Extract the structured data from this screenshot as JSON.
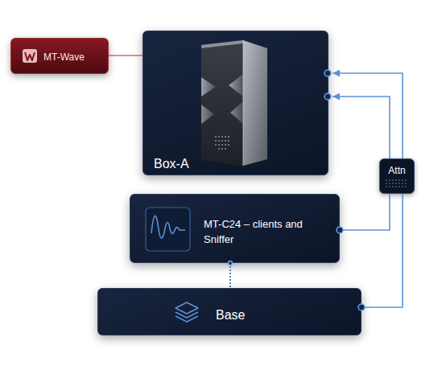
{
  "diagram": {
    "nodes": [
      {
        "text": [
          "MT-Wave"
        ]
      },
      {
        "text": [
          "Box-A"
        ]
      },
      {
        "text": [
          "Attn"
        ]
      },
      {
        "text": [
          "MT-C24 – clients and Sniffer"
        ]
      },
      {
        "text": [
          "Base"
        ]
      }
    ],
    "edges": [
      {
        "from": 0,
        "to": 1,
        "arrow": "none"
      },
      {
        "from": 2,
        "to": 1,
        "arrow": "to"
      },
      {
        "from": 2,
        "to": 1,
        "arrow": "to"
      },
      {
        "from": 3,
        "to": 2,
        "arrow": "none"
      },
      {
        "from": 4,
        "to": 2,
        "arrow": "none"
      },
      {
        "from": 3,
        "to": 4,
        "arrow": "none"
      }
    ]
  }
}
